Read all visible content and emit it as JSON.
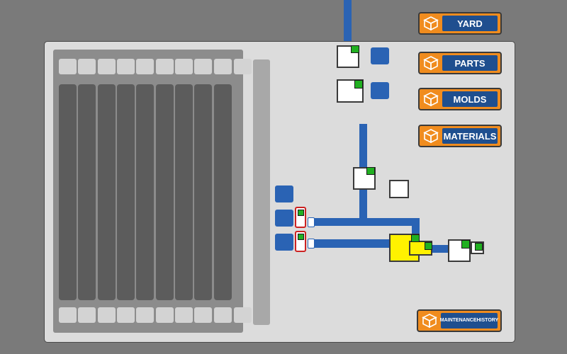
{
  "nav": {
    "yard": "YARD",
    "parts": "PARTS",
    "molds": "MOLDS",
    "materials": "MATERIALS",
    "maintenance_line1": "MAINTENANCE",
    "maintenance_line2": "HISTORY"
  },
  "icons": {
    "nav": "box-icon",
    "status": "status-led-icon"
  },
  "colors": {
    "accent": "#f08c1e",
    "label_bg": "#1f4f8f",
    "pipe": "#2a63b4",
    "status_ok": "#21b021",
    "alert": "#cc2222",
    "highlight": "#fff200"
  }
}
